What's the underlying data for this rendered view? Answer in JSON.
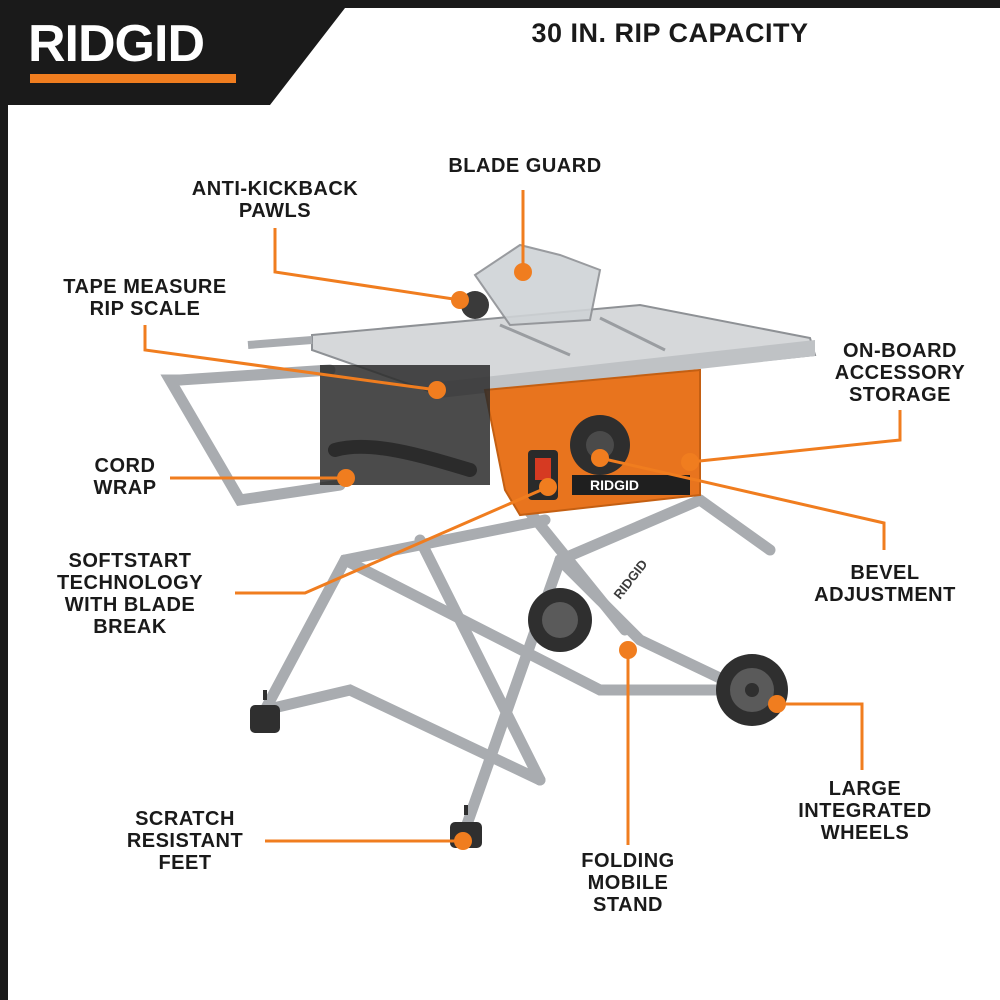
{
  "brand": {
    "logo_text": "RIDGID"
  },
  "headline": "30 IN. RIP CAPACITY",
  "colors": {
    "accent": "#f07d1f",
    "frame": "#1a1a1a",
    "panel": "#ffffff",
    "stand": "#a9acb0",
    "table": "#d6d8da"
  },
  "callouts": {
    "blade_guard": [
      "BLADE GUARD"
    ],
    "anti_kickback": [
      "ANTI-KICKBACK",
      "PAWLS"
    ],
    "rip_scale": [
      "TAPE MEASURE",
      "RIP SCALE"
    ],
    "storage": [
      "ON-BOARD",
      "ACCESSORY",
      "STORAGE"
    ],
    "cord_wrap": [
      "CORD",
      "WRAP"
    ],
    "softstart": [
      "SOFTSTART",
      "TECHNOLOGY",
      "WITH BLADE",
      "BREAK"
    ],
    "bevel": [
      "BEVEL",
      "ADJUSTMENT"
    ],
    "wheels": [
      "LARGE",
      "INTEGRATED",
      "WHEELS"
    ],
    "feet": [
      "SCRATCH",
      "RESISTANT",
      "FEET"
    ],
    "stand": [
      "FOLDING",
      "MOBILE",
      "STAND"
    ]
  },
  "product_labels": {
    "motor_badge": "RIDGID",
    "leg_badge": "RIDGID"
  }
}
